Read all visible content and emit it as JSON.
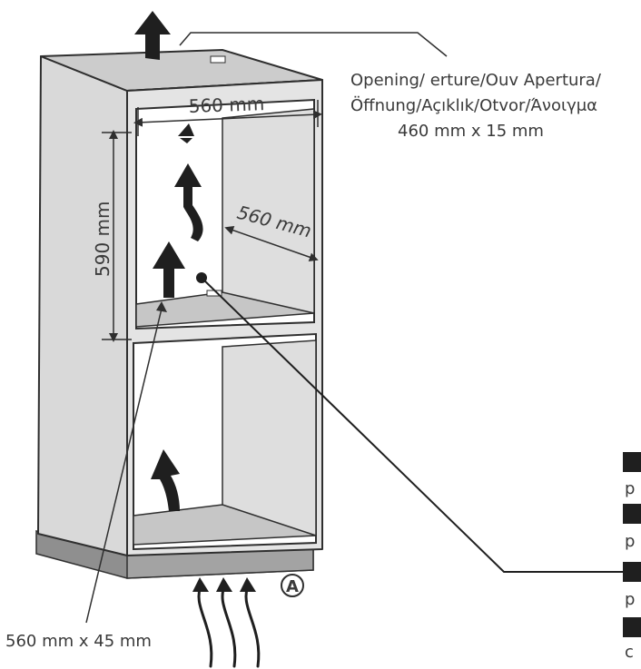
{
  "labels": {
    "top_opening_line1": "Opening/ erture/Ouv Apertura/",
    "top_opening_line2": "Öffnung/Açıklık/Otvor/Άνοιγμα",
    "top_opening_size": "460 mm x 15 mm",
    "width_dim": "560 mm",
    "height_dim": "590 mm",
    "depth_dim": "560 mm",
    "bottom_opening_size": "560 mm x 45 mm",
    "marker_a": "A"
  },
  "legend_fragments": [
    "p",
    "p",
    "p",
    "c"
  ],
  "colors": {
    "panel_side": "#dcdcdc",
    "panel_top": "#c9c9c9",
    "panel_shelf": "#c6c6c6",
    "plinth": "#8f8f8f",
    "line": "#2f2f2f",
    "arrow": "#1f1f1f"
  }
}
